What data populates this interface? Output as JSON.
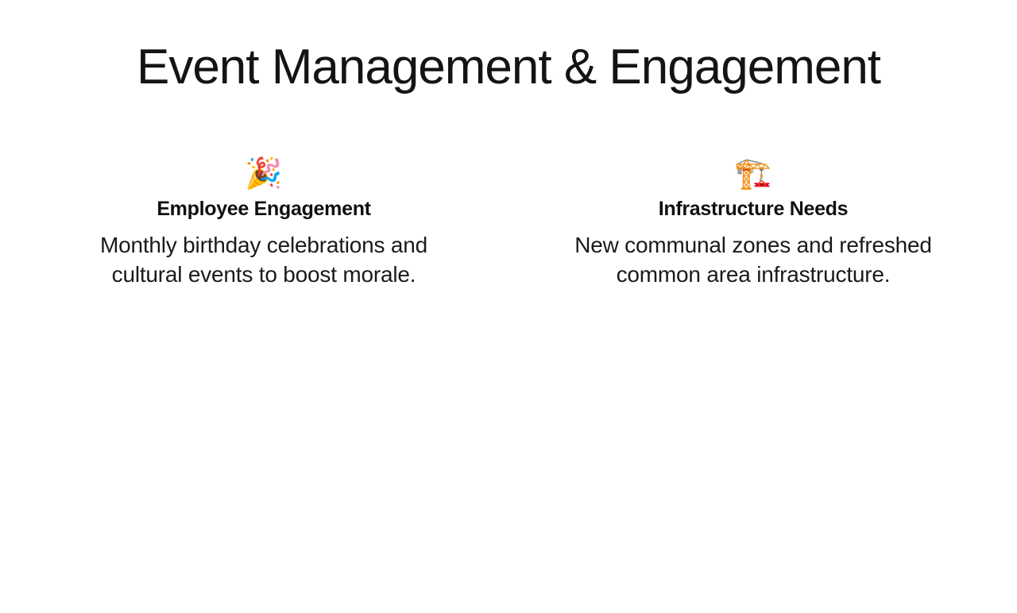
{
  "slide": {
    "title": "Event Management & Engagement",
    "colors": {
      "background": "#ffffff",
      "text": "#141414"
    },
    "columns": [
      {
        "icon": "🎉",
        "icon_name": "party-popper-icon",
        "heading": "Employee Engagement",
        "body": "Monthly birthday celebrations and cultural events to boost morale."
      },
      {
        "icon": "🏗️",
        "icon_name": "building-construction-crane-icon",
        "heading": "Infrastructure Needs",
        "body": "New communal zones and refreshed common area infrastructure."
      }
    ]
  }
}
